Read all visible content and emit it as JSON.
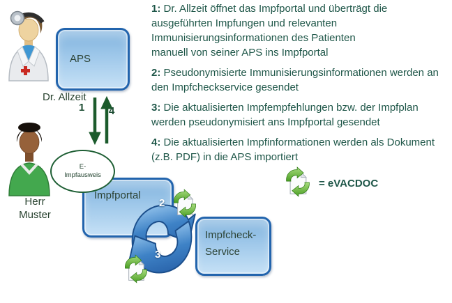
{
  "diagram": {
    "doctor_name": "Dr. Allzeit",
    "patient_name": "Herr\nMuster",
    "aps_label": "APS",
    "impfportal_label": "Impfportal",
    "impfcheck_label": "Impfcheck-\nService",
    "ellipse_label": "E-\nImpfausweis",
    "arrow1_label": "1",
    "arrow2_label": "2",
    "arrow3_label": "3",
    "arrow4_label": "4"
  },
  "legend": {
    "label": "= eVACDOC"
  },
  "steps": [
    {
      "num": "1:",
      "text": " Dr. Allzeit öffnet das Impfportal und überträgt die\nausgeführten Impfungen und relevanten\nImmunisierungsinformationen des Patienten\nmanuell von seiner APS ins Impfportal"
    },
    {
      "num": "2:",
      "text": " Pseudonymisierte Immunisierungsinformationen werden an\nden Impfcheckservice gesendet"
    },
    {
      "num": "3:",
      "text": " Die aktualisierten Impfempfehlungen bzw. der Impfplan\nwerden pseudonymisiert ans Impfportal gesendet"
    },
    {
      "num": "4:",
      "text": " Die aktualisierten Impfinformationen werden als Dokument\n(z.B. PDF) in die APS importiert"
    }
  ],
  "colors": {
    "box_border": "#2264ad",
    "box_fill_top": "#7fb2dd",
    "box_fill_bottom": "#c6e1f6",
    "arrow_green": "#1c5b2c",
    "text_green": "#1e5648",
    "doc_arrow_green": "#4a9e23",
    "cycle_blue": "#3e82c6"
  }
}
